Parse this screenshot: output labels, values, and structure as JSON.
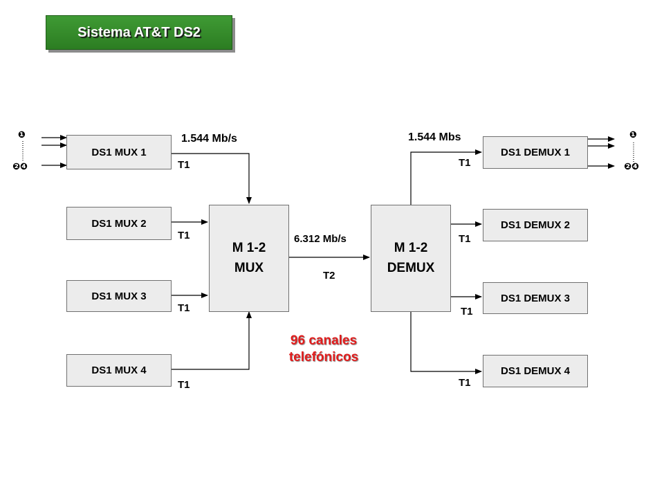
{
  "title": "Sistema AT&T DS2",
  "mux_units": [
    "DS1 MUX 1",
    "DS1 MUX 2",
    "DS1 MUX 3",
    "DS1 MUX 4"
  ],
  "demux_units": [
    "DS1 DEMUX 1",
    "DS1 DEMUX 2",
    "DS1 DEMUX 3",
    "DS1 DEMUX 4"
  ],
  "mux_center": {
    "line1": "M 1-2",
    "line2": "MUX"
  },
  "demux_center": {
    "line1": "M 1-2",
    "line2": "DEMUX"
  },
  "rate_in": "1.544 Mb/s",
  "rate_out": "1.544 Mbs",
  "rate_t2": "6.312 Mb/s",
  "t1_label": "T1",
  "t2_label": "T2",
  "channels": {
    "line1": "96 canales",
    "line2": "telefónicos"
  },
  "channel_markers": {
    "first": "❶",
    "last": "❷❹"
  }
}
